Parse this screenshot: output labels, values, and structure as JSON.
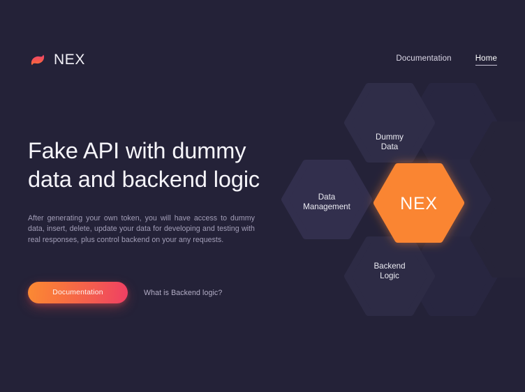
{
  "page": {
    "background_color": "#242238",
    "accent_orange": "#fa8532",
    "accent_pink": "#ef3f64",
    "hex_dark": "#2e2c47"
  },
  "header": {
    "brand": {
      "logo_icon": "swirl-wave-logo-icon",
      "name": "NEX"
    },
    "nav": [
      {
        "label": "Documentation",
        "active": false
      },
      {
        "label": "Home",
        "active": true
      }
    ]
  },
  "hero": {
    "title": "Fake API with dummy data and backend logic",
    "description": "After generating your own token, you will have access to dummy data, insert, delete, update your data for developing and testing with real responses, plus control backend on your any requests.",
    "primary_button": "Documentation",
    "secondary_link": "What is Backend logic?"
  },
  "hex_cluster": {
    "center": {
      "label": "NEX",
      "color": "#fa8532"
    },
    "nodes": [
      {
        "label_line1": "Dummy",
        "label_line2": "Data",
        "color": "#2e2c47"
      },
      {
        "label_line1": "Data",
        "label_line2": "Management",
        "color": "#302e49"
      },
      {
        "label_line1": "Backend",
        "label_line2": "Logic",
        "color": "#2c2a44"
      }
    ],
    "decor_hex_count": 5
  }
}
